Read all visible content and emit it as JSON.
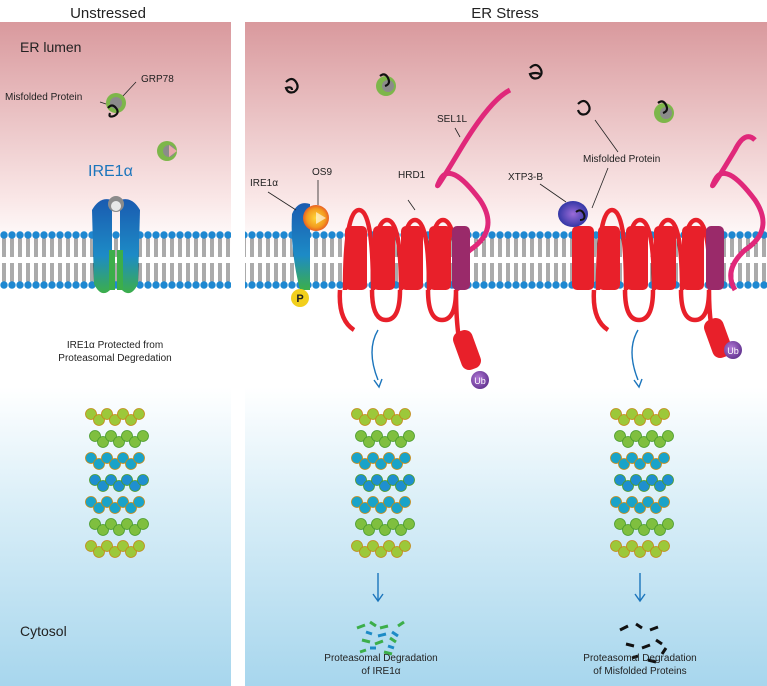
{
  "headers": {
    "left": "Unstressed",
    "right": "ER Stress"
  },
  "regions": {
    "lumen": "ER lumen",
    "cytosol": "Cytosol"
  },
  "left_panel": {
    "grp78": "GRP78",
    "misfolded": "Misfolded Protein",
    "ire1a_main": "IRE1α",
    "protected_line1": "IRE1α Protected from",
    "protected_line2": "Proteasomal Degredation"
  },
  "middle_panel": {
    "ire1a": "IRE1α",
    "os9": "OS9",
    "hrd1": "HRD1",
    "sel1l": "SEL1L",
    "p_badge": "P",
    "ub": "Ub",
    "caption_line1": "Proteasomal Degradation",
    "caption_line2": "of IRE1α"
  },
  "right_panel": {
    "misfolded": "Misfolded Protein",
    "xtp3b": "XTP3-B",
    "ub": "Ub",
    "caption_line1": "Proteasomal Degradation",
    "caption_line2": "of Misfolded Proteins"
  },
  "colors": {
    "lumen_top": "#d99a9e",
    "cytosol_bottom": "#a9d8ee",
    "membrane_head": "#1e88d1",
    "hrd1_red": "#e8202a",
    "sel1l_magenta": "#e0287a",
    "ire1_blue": "#1a5bb0",
    "ire1_green": "#3cae4a",
    "label_blue": "#1b75bc"
  }
}
